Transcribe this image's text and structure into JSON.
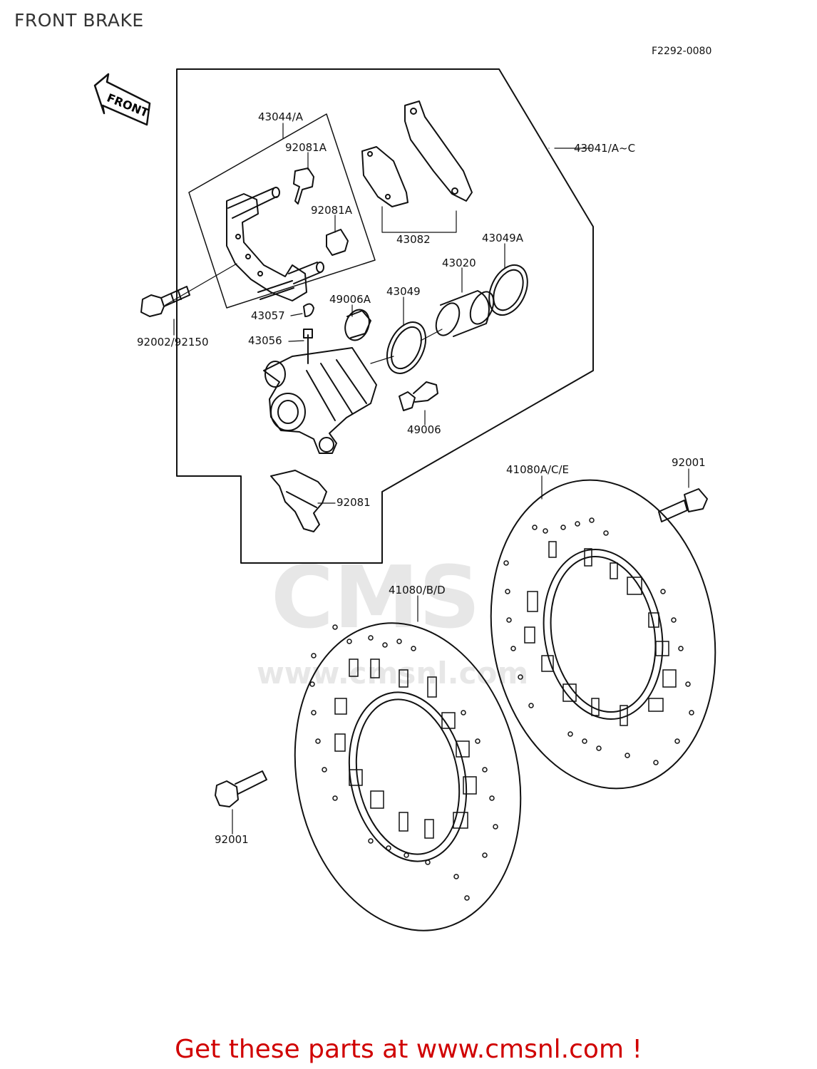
{
  "header": {
    "title": "FRONT BRAKE",
    "diagram_code": "F2292-0080"
  },
  "arrow": {
    "label": "FRONT"
  },
  "parts": [
    {
      "id": "43044_a",
      "text": "43044/A"
    },
    {
      "id": "92081a_1",
      "text": "92081A"
    },
    {
      "id": "92081a_2",
      "text": "92081A"
    },
    {
      "id": "43082",
      "text": "43082"
    },
    {
      "id": "43041",
      "text": "43041/A~C"
    },
    {
      "id": "43049a",
      "text": "43049A"
    },
    {
      "id": "43020",
      "text": "43020"
    },
    {
      "id": "43049",
      "text": "43049"
    },
    {
      "id": "49006a",
      "text": "49006A"
    },
    {
      "id": "43057",
      "text": "43057"
    },
    {
      "id": "43056",
      "text": "43056"
    },
    {
      "id": "92002",
      "text": "92002/92150"
    },
    {
      "id": "49006",
      "text": "49006"
    },
    {
      "id": "92081",
      "text": "92081"
    },
    {
      "id": "41080ace",
      "text": "41080A/C/E"
    },
    {
      "id": "92001_top",
      "text": "92001"
    },
    {
      "id": "41080bd",
      "text": "41080/B/D"
    },
    {
      "id": "92001_bot",
      "text": "92001"
    }
  ],
  "watermark": {
    "text": "CMS",
    "url": "www.cmsnl.com"
  },
  "footer": {
    "cta": "Get these parts at www.cmsnl.com !"
  },
  "colors": {
    "line": "#111111",
    "cta": "#d00000",
    "watermark": "#bdbdbd"
  }
}
